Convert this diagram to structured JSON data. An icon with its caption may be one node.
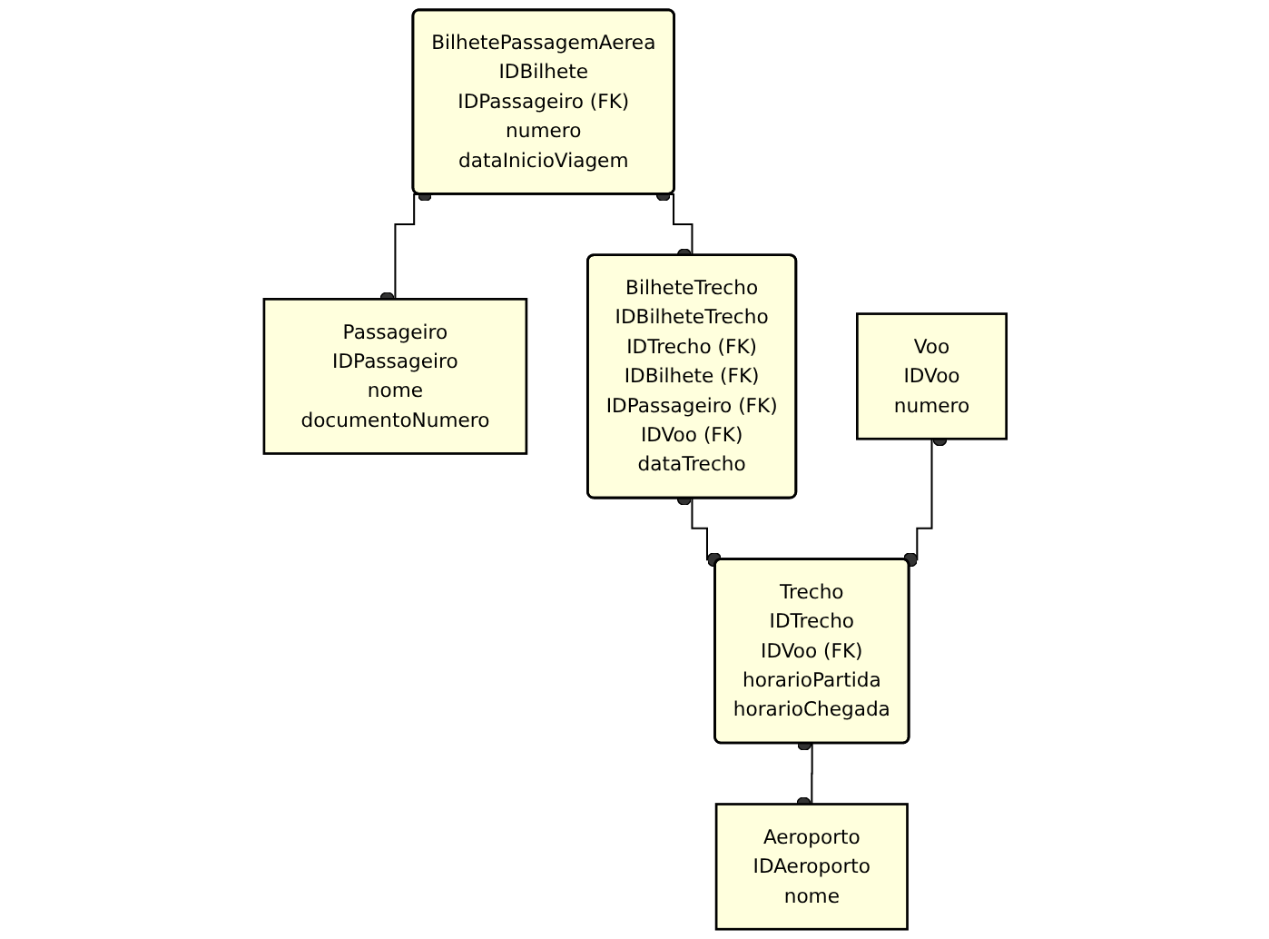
{
  "diagram": {
    "nodes": [
      {
        "text": [
          "BilhetePassagemAerea",
          "IDBilhete",
          "IDPassageiro (FK)",
          "numero",
          "dataInicioViagem"
        ]
      },
      {
        "text": [
          "Passageiro",
          "IDPassageiro",
          "nome",
          "documentoNumero"
        ]
      },
      {
        "text": [
          "BilheteTrecho",
          "IDBilheteTrecho",
          "IDTrecho (FK)",
          "IDBilhete (FK)",
          "IDPassageiro (FK)",
          "IDVoo (FK)",
          "dataTrecho"
        ]
      },
      {
        "text": [
          "Voo",
          "IDVoo",
          "numero"
        ]
      },
      {
        "text": [
          "Trecho",
          "IDTrecho",
          "IDVoo (FK)",
          "horarioPartida",
          "horarioChegada"
        ]
      },
      {
        "text": [
          "Aeroporto",
          "IDAeroporto",
          "nome"
        ]
      }
    ],
    "edges": [
      {
        "from": 0,
        "to": 1,
        "arrow": "other"
      },
      {
        "from": 0,
        "to": 2,
        "arrow": "other"
      },
      {
        "from": 2,
        "to": 4,
        "arrow": "other"
      },
      {
        "from": 3,
        "to": 4,
        "arrow": "other"
      },
      {
        "from": 4,
        "to": 5,
        "arrow": "other"
      }
    ]
  }
}
